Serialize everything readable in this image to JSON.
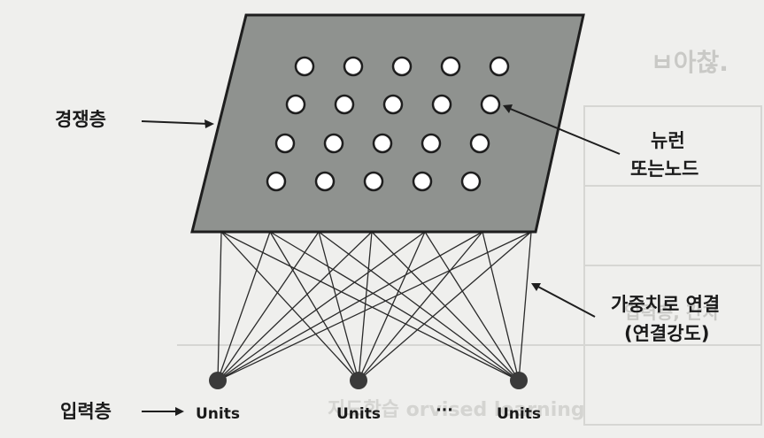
{
  "diagram": {
    "competitive_layer_label": "경쟁층",
    "neuron_label_line1": "뉴런",
    "neuron_label_line2": "또는노드",
    "weights_label_line1": "가중치로 연결",
    "weights_label_line2": "(연결강도)",
    "input_layer_label": "입력층",
    "arrow_glyph": "→",
    "units_labels": [
      "Units",
      "Units",
      "Units"
    ],
    "ellipsis": "···",
    "neuron_grid": {
      "rows": 4,
      "cols": 5
    },
    "input_unit_count": 3
  },
  "colors": {
    "plane_fill": "#8f928f",
    "plane_stroke": "#1e1e1e",
    "neuron_fill": "#ffffff",
    "unit_fill": "#3a3a3a",
    "line": "#2a2a2a",
    "background": "#efefed"
  },
  "background_text": {
    "header": "ㅂ아찮.",
    "row_a": "입력층, 간치",
    "row_b": "지도학습 orvised learning"
  }
}
